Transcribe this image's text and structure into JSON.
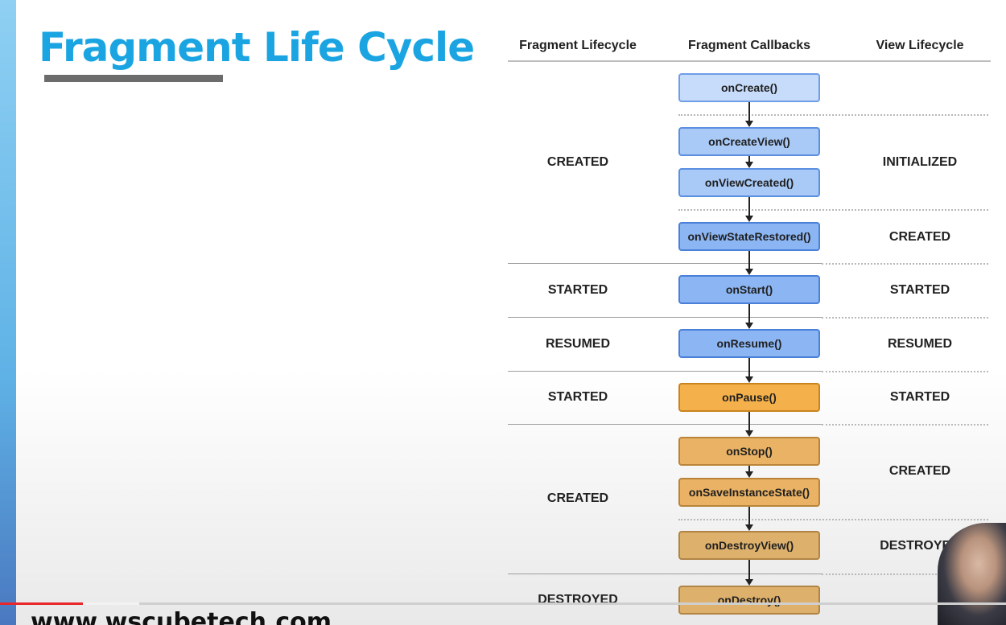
{
  "slide": {
    "title": "Fragment Life Cycle",
    "headers": {
      "fragment_lifecycle": "Fragment Lifecycle",
      "fragment_callbacks": "Fragment Callbacks",
      "view_lifecycle": "View Lifecycle"
    },
    "fragment_states": {
      "created_1": "CREATED",
      "started_1": "STARTED",
      "resumed": "RESUMED",
      "started_2": "STARTED",
      "created_2": "CREATED",
      "destroyed": "DESTROYED"
    },
    "view_states": {
      "initialized": "INITIALIZED",
      "created_1": "CREATED",
      "started_1": "STARTED",
      "resumed": "RESUMED",
      "started_2": "STARTED",
      "created_2": "CREATED",
      "destroyed": "DESTROYED"
    },
    "callbacks": {
      "on_create": "onCreate()",
      "on_create_view": "onCreateView()",
      "on_view_created": "onViewCreated()",
      "on_view_state_restored": "onViewStateRestored()",
      "on_start": "onStart()",
      "on_resume": "onResume()",
      "on_pause": "onPause()",
      "on_stop": "onStop()",
      "on_save_instance_state": "onSaveInstanceState()",
      "on_destroy_view": "onDestroyView()",
      "on_destroy": "onDestroy()"
    }
  },
  "footer": {
    "url": "www.wscubetech.com"
  },
  "video": {
    "progress_fraction": 0.082
  },
  "colors": {
    "title": "#1aa5e2",
    "progress": "#e8262b"
  }
}
